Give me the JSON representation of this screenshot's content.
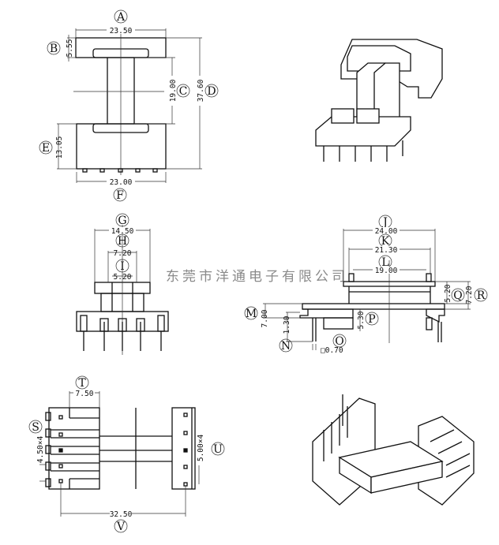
{
  "watermark": "东莞市洋通电子有限公司",
  "dimensions": {
    "A": {
      "label": "A",
      "value": "23.50"
    },
    "B": {
      "label": "B",
      "value": "5.55"
    },
    "C": {
      "label": "C",
      "value": "19.00"
    },
    "D": {
      "label": "D",
      "value": "37.60"
    },
    "E": {
      "label": "E",
      "value": "13.05"
    },
    "F": {
      "label": "F",
      "value": "23.00"
    },
    "G": {
      "label": "G",
      "value": "14.50"
    },
    "H": {
      "label": "H",
      "value": "7.20"
    },
    "I": {
      "label": "I",
      "value": "5.20"
    },
    "J": {
      "label": "J",
      "value": "24.00"
    },
    "K": {
      "label": "K",
      "value": "21.30"
    },
    "L": {
      "label": "L",
      "value": "19.00"
    },
    "M": {
      "label": "M",
      "value": "7.00"
    },
    "N": {
      "label": "N",
      "value": "1.30"
    },
    "O": {
      "label": "O",
      "value": "□0.70"
    },
    "P": {
      "label": "P",
      "value": "5.30"
    },
    "Q": {
      "label": "Q",
      "value": "5.20"
    },
    "R": {
      "label": "R",
      "value": "7.20"
    },
    "S": {
      "label": "S",
      "value": "4.50×4"
    },
    "T": {
      "label": "T",
      "value": "7.50"
    },
    "U": {
      "label": "U",
      "value": "5.00×4"
    },
    "V": {
      "label": "V",
      "value": "32.50"
    }
  }
}
